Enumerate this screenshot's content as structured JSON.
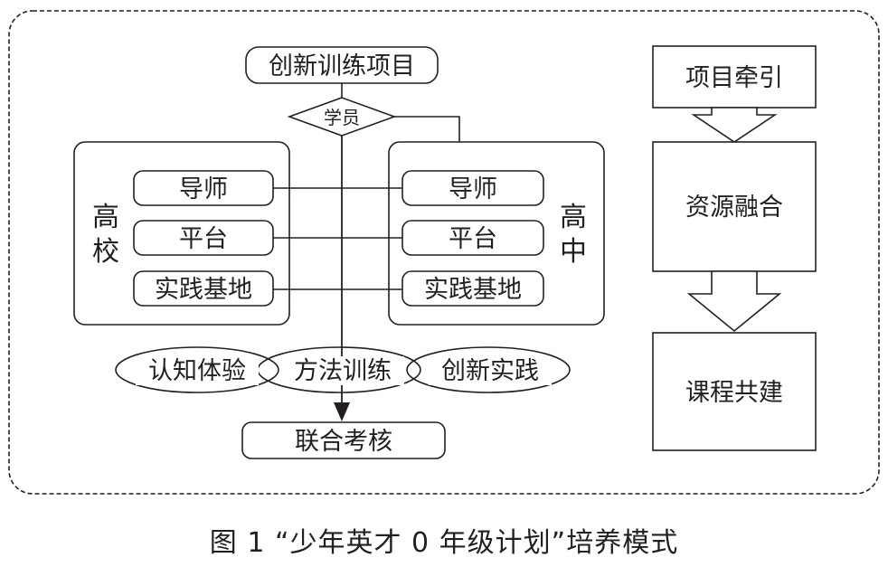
{
  "diagram": {
    "top_box": "创新训练项目",
    "diamond": "学员",
    "left_group": {
      "label_line1": "高",
      "label_line2": "校",
      "items": [
        "导师",
        "平台",
        "实践基地"
      ]
    },
    "right_group": {
      "label_line1": "高",
      "label_line2": "中",
      "items": [
        "导师",
        "平台",
        "实践基地"
      ]
    },
    "ellipses": [
      "认知体验",
      "方法训练",
      "创新实践"
    ],
    "bottom_box": "联合考核",
    "flow": [
      "项目牵引",
      "资源融合",
      "课程共建"
    ]
  },
  "caption": "图 1 “少年英才 0 年级计划”培养模式",
  "colors": {
    "stroke": "#231f20",
    "background": "#ffffff"
  }
}
